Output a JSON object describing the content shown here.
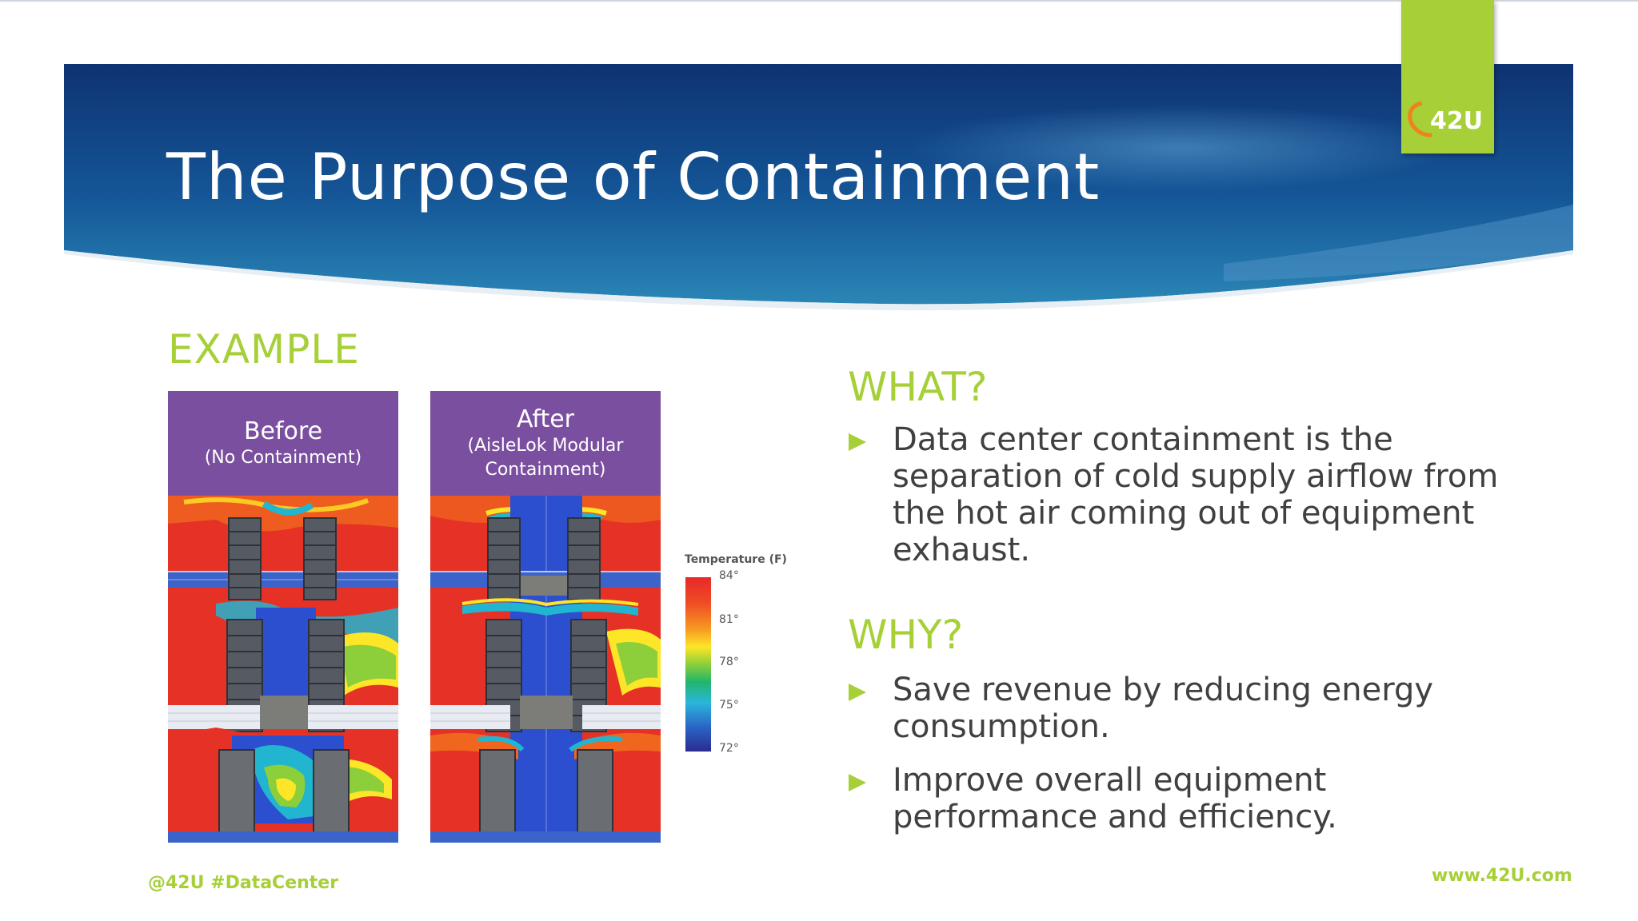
{
  "slide": {
    "title": "The Purpose of Containment",
    "logo_text": "42U",
    "example_label": "EXAMPLE",
    "before": {
      "title": "Before",
      "subtitle": "(No Containment)"
    },
    "after": {
      "title": "After",
      "subtitle": "(AisleLok Modular\nContainment)"
    },
    "legend": {
      "title": "Temperature (F)",
      "ticks": [
        "84°",
        "81°",
        "78°",
        "75°",
        "72°"
      ]
    },
    "what": {
      "heading": "WHAT?",
      "bullets": [
        "Data center containment is the\nseparation of cold supply airflow from\nthe hot air coming out of equipment\nexhaust."
      ]
    },
    "why": {
      "heading": "WHY?",
      "bullets": [
        "Save revenue by reducing energy\nconsumption.",
        "Improve overall equipment\nperformance and efficiency."
      ]
    },
    "footer_left": "@42U #DataCenter",
    "footer_right": "www.42U.com"
  },
  "colors": {
    "accent_green": "#a6cf38",
    "banner_dark": "#0f3272",
    "banner_teal": "#1b6fa2",
    "panel_purple": "#7b4f9f",
    "body_text": "#404040"
  }
}
